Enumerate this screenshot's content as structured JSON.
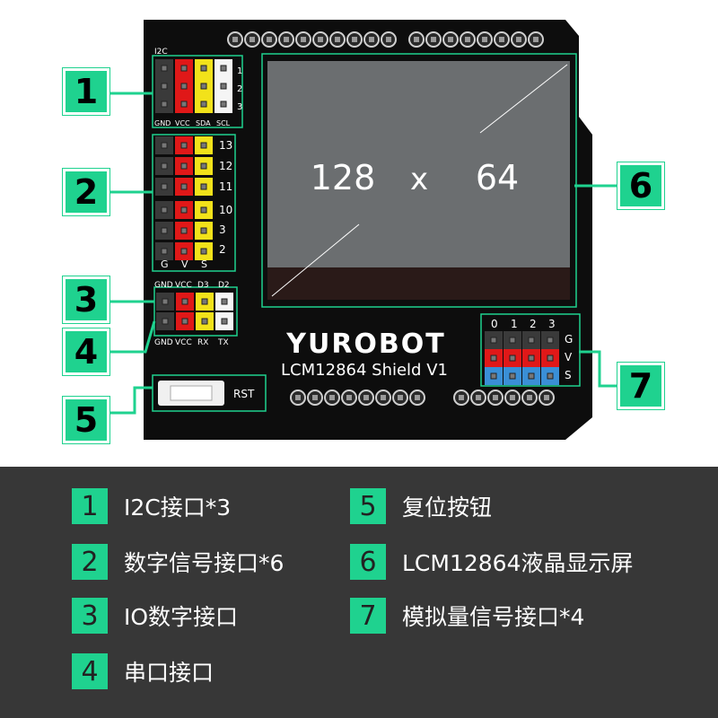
{
  "board": {
    "logo": "YUROBOT",
    "model": "LCM12864 Shield V1",
    "lcd": {
      "width": "128",
      "sep": "x",
      "height": "64"
    },
    "i2c": {
      "title": "I2C",
      "rows": [
        "1",
        "2",
        "3"
      ],
      "labels": [
        "GND",
        "VCC",
        "SDA",
        "SCL"
      ]
    },
    "digital": {
      "rows": [
        "13",
        "12",
        "11",
        "10",
        "3",
        "2"
      ],
      "labels": [
        "G",
        "V",
        "S"
      ]
    },
    "io": {
      "labels": [
        "GND",
        "VCC",
        "D3",
        "D2"
      ]
    },
    "serial": {
      "labels": [
        "GND",
        "VCC",
        "RX",
        "TX"
      ]
    },
    "reset": {
      "label": "RST"
    },
    "analog": {
      "cols": [
        "0",
        "1",
        "2",
        "3"
      ],
      "rows": [
        "G",
        "V",
        "S"
      ]
    },
    "colors": {
      "board": "#0d0d0d",
      "accent": "#1fd28f",
      "vcc": "#e01818",
      "sig": "#f2e21a",
      "scl": "#f5f5f5",
      "gnd": "#3a3a3a",
      "analog_s": "#3a8fd6"
    }
  },
  "callouts": [
    "1",
    "2",
    "3",
    "4",
    "5",
    "6",
    "7"
  ],
  "legend": [
    {
      "num": "1",
      "text": "I2C接口*3"
    },
    {
      "num": "2",
      "text": "数字信号接口*6"
    },
    {
      "num": "3",
      "text": "IO数字接口"
    },
    {
      "num": "4",
      "text": "串口接口"
    },
    {
      "num": "5",
      "text": "复位按钮"
    },
    {
      "num": "6",
      "text": "LCM12864液晶显示屏"
    },
    {
      "num": "7",
      "text": "模拟量信号接口*4"
    }
  ]
}
